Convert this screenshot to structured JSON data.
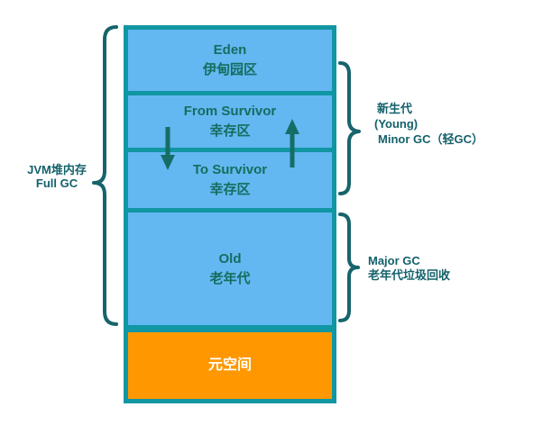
{
  "diagram": {
    "boxes": {
      "eden": {
        "en": "Eden",
        "zh": "伊甸园区"
      },
      "from_survivor": {
        "en": "From Survivor",
        "zh": "幸存区"
      },
      "to_survivor": {
        "en": "To Survivor",
        "zh": "幸存区"
      },
      "old": {
        "en": "Old",
        "zh": "老年代"
      },
      "metaspace": {
        "zh": "元空间"
      }
    },
    "labels": {
      "heap": {
        "line1": "JVM堆内存",
        "line2": "Full GC"
      },
      "young": {
        "line1": "新生代",
        "line2": "(Young)",
        "line3": "Minor GC（轻GC）"
      },
      "major": {
        "line1": "Major GC",
        "line2": "老年代垃圾回收"
      }
    },
    "icons": {
      "down_arrow": "object-move-from-survivor-down-arrow",
      "up_arrow": "object-move-to-survivor-up-arrow",
      "heap_brace": "left-curly-brace",
      "young_brace": "right-curly-brace",
      "major_brace": "right-curly-brace"
    },
    "colors": {
      "border_teal": "#1196A3",
      "box_blue": "#63B8F1",
      "box_orange": "#FF9800",
      "box_text": "#156D5F",
      "side_text": "#14616B",
      "brace": "#17646C",
      "arrow": "#156E66",
      "metaspace_text": "#FFFFFF",
      "background": "#FFFFFF"
    }
  }
}
